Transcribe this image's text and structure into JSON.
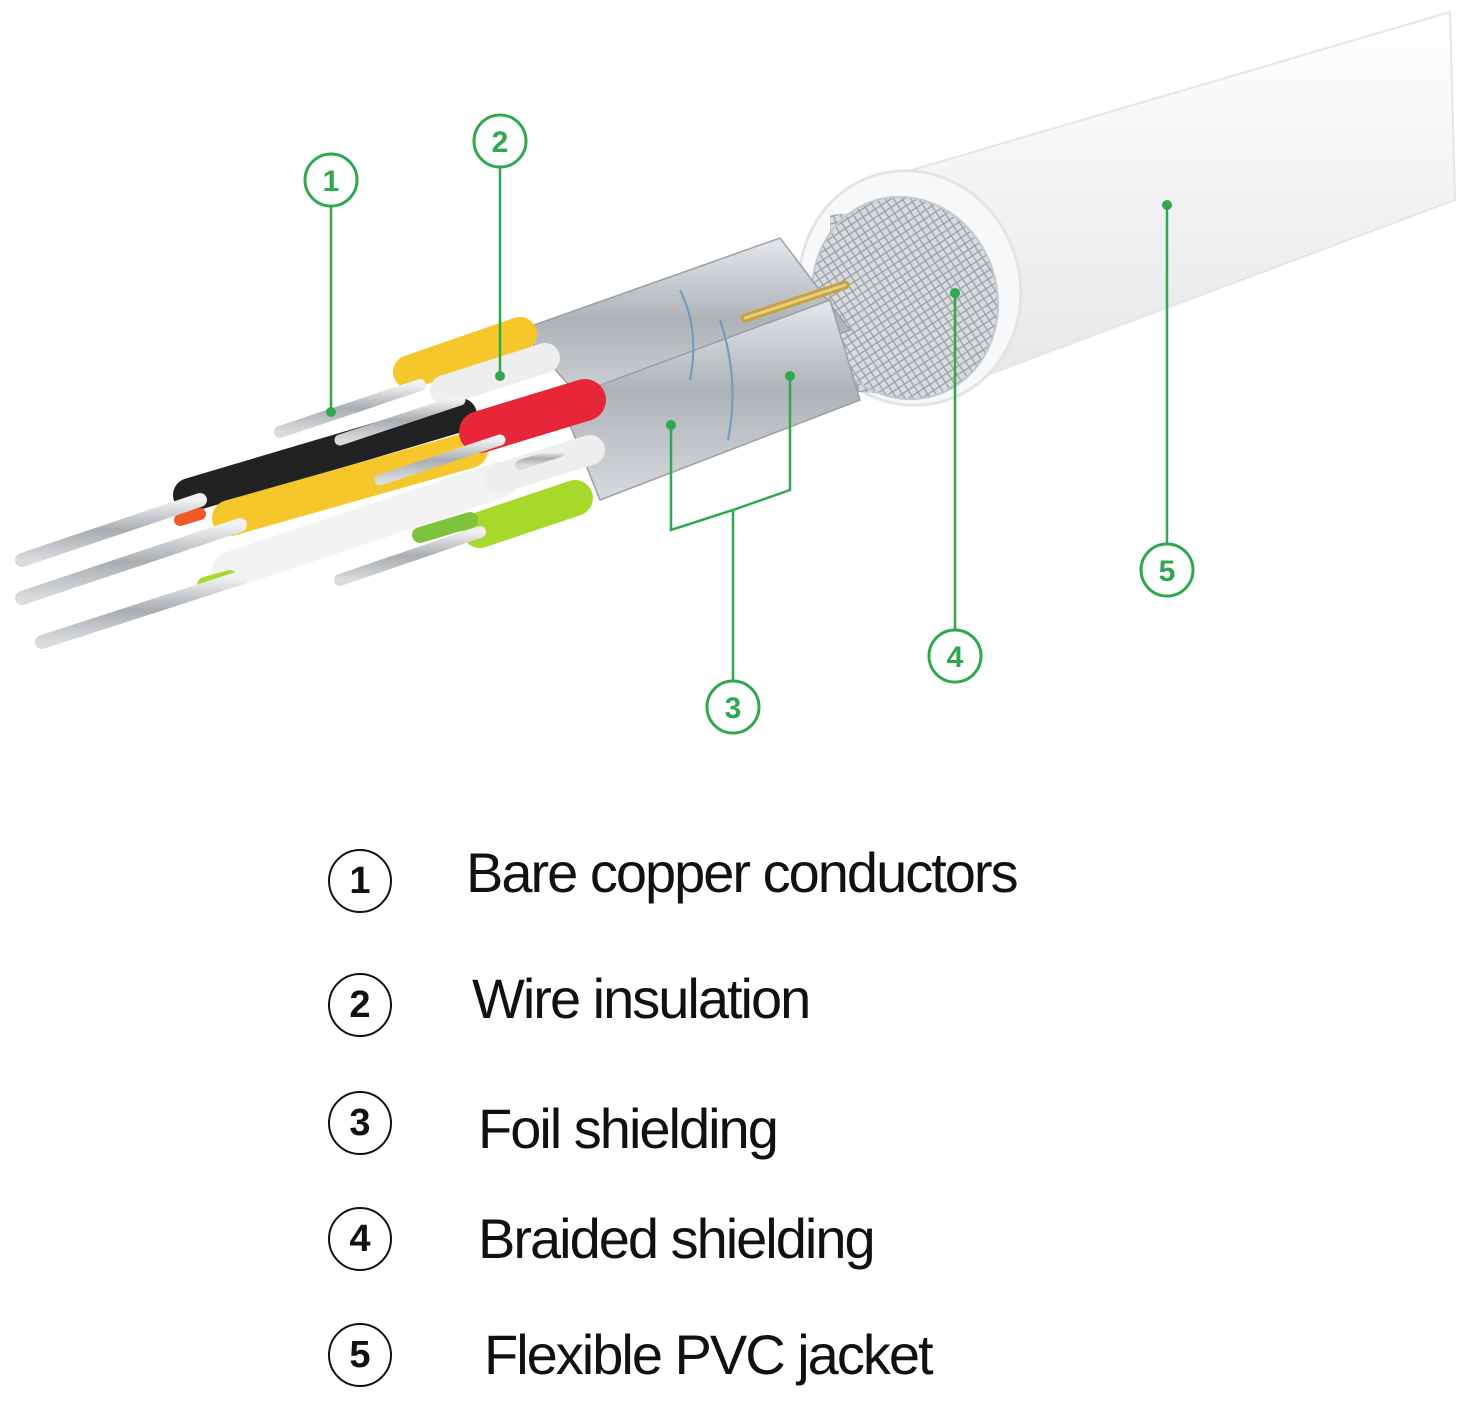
{
  "colors": {
    "callout": "#2fa84f",
    "jacket": "#f4f5f6",
    "foil": "#b9bec4",
    "braid": "#d5d8dc",
    "copper": "#c4a24a",
    "strand": "#c9ccd0",
    "red": "#e8263a",
    "yellow": "#f5c72a",
    "black": "#222222",
    "green": "#a6d92c",
    "white": "#f2f2f2"
  },
  "callouts": [
    {
      "num": "1",
      "label_ref": "Bare copper conductors"
    },
    {
      "num": "2",
      "label_ref": "Wire insulation"
    },
    {
      "num": "3",
      "label_ref": "Foil shielding"
    },
    {
      "num": "4",
      "label_ref": "Braided shielding"
    },
    {
      "num": "5",
      "label_ref": "Flexible PVC jacket"
    }
  ],
  "legend": [
    {
      "num": "1",
      "label": "Bare copper conductors"
    },
    {
      "num": "2",
      "label": "Wire insulation"
    },
    {
      "num": "3",
      "label": "Foil shielding"
    },
    {
      "num": "4",
      "label": "Braided shielding"
    },
    {
      "num": "5",
      "label": "Flexible PVC jacket"
    }
  ]
}
